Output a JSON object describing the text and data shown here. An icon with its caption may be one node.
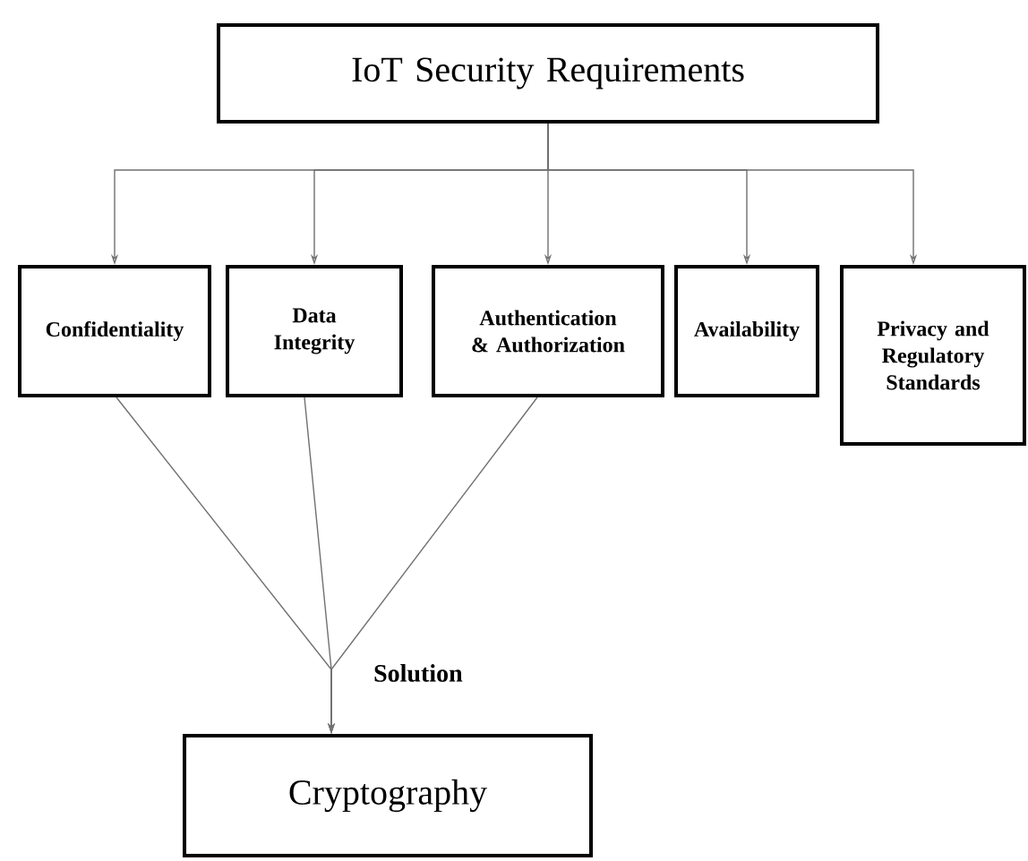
{
  "diagram": {
    "nodes": [
      {
        "text": [
          "IoT Security Requirements"
        ]
      },
      {
        "text": [
          "Confidentiality"
        ]
      },
      {
        "text": [
          "Data Integrity"
        ]
      },
      {
        "text": [
          "Authentication & Authorization"
        ]
      },
      {
        "text": [
          "Availability"
        ]
      },
      {
        "text": [
          "Privacy and Regulatory Standards"
        ]
      },
      {
        "text": [
          "Cryptography"
        ]
      }
    ],
    "edges": [
      {
        "from": 0,
        "to": 1,
        "arrow": "to"
      },
      {
        "from": 0,
        "to": 2,
        "arrow": "to"
      },
      {
        "from": 0,
        "to": 3,
        "arrow": "to"
      },
      {
        "from": 0,
        "to": 4,
        "arrow": "to"
      },
      {
        "from": 0,
        "to": 5,
        "arrow": "to"
      },
      {
        "from": 1,
        "to": 6,
        "arrow": "to"
      },
      {
        "from": 2,
        "to": 6,
        "arrow": "to"
      },
      {
        "from": 3,
        "to": 6,
        "arrow": "to"
      }
    ],
    "labels": [
      "Solution"
    ]
  }
}
